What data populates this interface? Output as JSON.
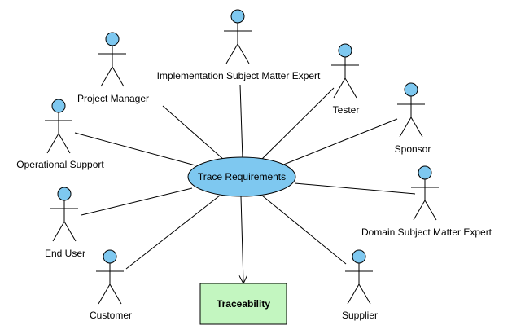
{
  "colors": {
    "actor_head": "#7ec8f0",
    "usecase_fill": "#7ec8f0",
    "artifact_fill": "#c3f6c0",
    "line": "#000000"
  },
  "use_case": {
    "label": "Trace Requirements"
  },
  "artifact": {
    "label": "Traceability"
  },
  "actors": [
    {
      "id": "project-manager",
      "label": "Project Manager"
    },
    {
      "id": "implementation-sme",
      "label": "Implementation Subject Matter Expert"
    },
    {
      "id": "tester",
      "label": "Tester"
    },
    {
      "id": "sponsor",
      "label": "Sponsor"
    },
    {
      "id": "operational-support",
      "label": "Operational Support"
    },
    {
      "id": "end-user",
      "label": "End User"
    },
    {
      "id": "domain-sme",
      "label": "Domain Subject Matter Expert"
    },
    {
      "id": "customer",
      "label": "Customer"
    },
    {
      "id": "supplier",
      "label": "Supplier"
    }
  ]
}
